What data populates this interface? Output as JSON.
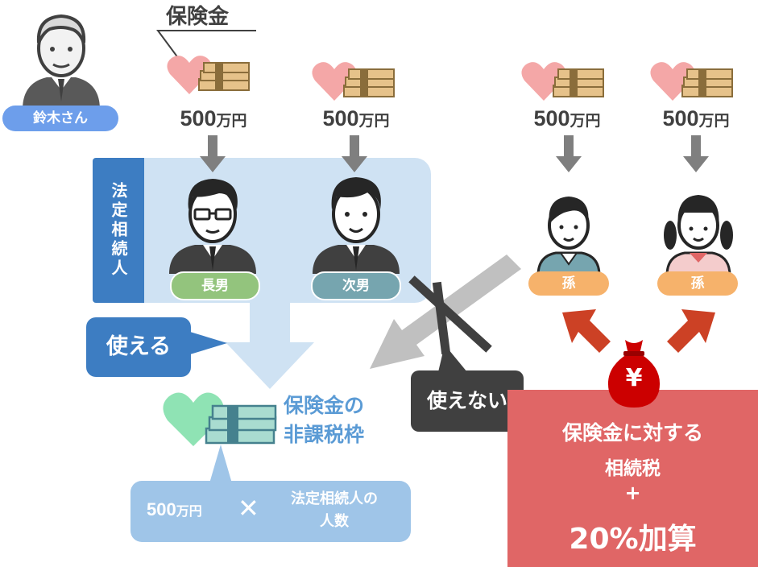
{
  "deceased": {
    "name": "鈴木さん"
  },
  "insurance_label": "保険金",
  "payouts": [
    {
      "amount": "500",
      "unit": "万円"
    },
    {
      "amount": "500",
      "unit": "万円"
    },
    {
      "amount": "500",
      "unit": "万円"
    },
    {
      "amount": "500",
      "unit": "万円"
    }
  ],
  "legal_heirs": {
    "label": "法定相続人",
    "members": [
      {
        "relation": "長男",
        "color": "#93c47d"
      },
      {
        "relation": "次男",
        "color": "#76a5af"
      }
    ]
  },
  "grandchildren": [
    {
      "relation": "孫",
      "color": "#f6b26b"
    },
    {
      "relation": "孫",
      "color": "#f6b26b"
    }
  ],
  "usable_label": "使える",
  "unusable_label": "使えない",
  "exemption": {
    "title_line1": "保険金の",
    "title_line2": "非課税枠",
    "formula_amount": "500",
    "formula_unit": "万円",
    "formula_times": "✕",
    "formula_count_line1": "法定相続人の",
    "formula_count_line2": "人数"
  },
  "tax": {
    "line1": "保険金に対する",
    "line2": "相続税",
    "plus": "+",
    "surcharge": "20%加算"
  },
  "yen_symbol": "¥",
  "colors": {
    "blue_accent": "#3d7dc2",
    "panel_blue": "#cfe2f3",
    "red_tax": "#e06666",
    "dark_gray": "#404040",
    "heart_pink": "#f4a7a7",
    "heart_green": "#8fe3b4"
  }
}
